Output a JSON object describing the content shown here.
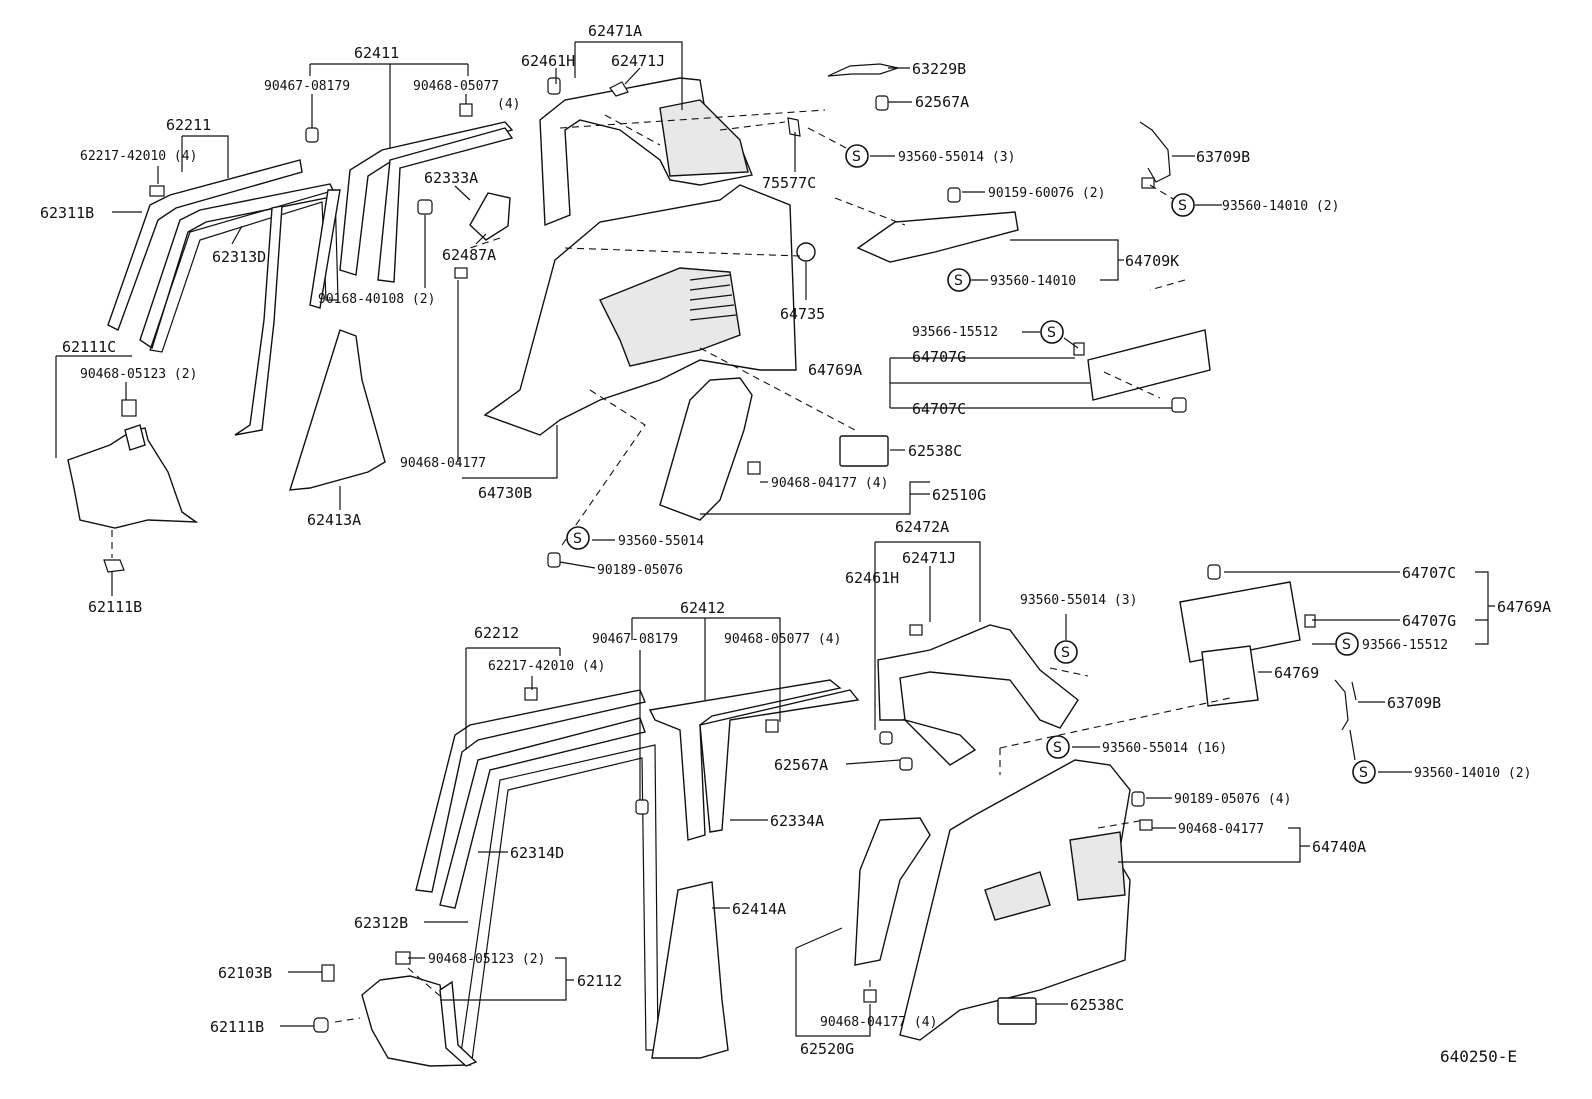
{
  "diagram_code": "640250-E",
  "screw_symbol": "S",
  "labels": {
    "p62471A": "62471A",
    "p62461H_a": "62461H",
    "p62471J_a": "62471J",
    "p63229B": "63229B",
    "p62567A_a": "62567A",
    "p62411": "62411",
    "p90467_08179_a": "90467-08179",
    "p90468_05077_a": "90468-05077",
    "p90468_05077_a_qty": "(4)",
    "p93560_55014_3_a": "93560-55014 (3)",
    "p75577C": "75577C",
    "p63709B_a": "63709B",
    "p93560_14010_2_a": "93560-14010 (2)",
    "p62211": "62211",
    "p62217_42010_4_a": "62217-42010 (4)",
    "p62333A": "62333A",
    "p90159_60076_2": "90159-60076 (2)",
    "p62311B": "62311B",
    "p62313D": "62313D",
    "p62487A": "62487A",
    "p64709K": "64709K",
    "p93560_14010": "93560-14010",
    "p90168_40108_2": "90168-40108 (2)",
    "p64735": "64735",
    "p93566_15512_a": "93566-15512",
    "p62111C": "62111C",
    "p90468_05123_2_a": "90468-05123 (2)",
    "p64769A_a": "64769A",
    "p64707G_a": "64707G",
    "p64707C_a": "64707C",
    "p62538C_a": "62538C",
    "p90468_04177_a": "90468-04177",
    "p90468_04177_4_a": "90468-04177 (4)",
    "p62510G": "62510G",
    "p64730B": "64730B",
    "p62413A": "62413A",
    "p93560_55014": "93560-55014",
    "p90189_05076": "90189-05076",
    "p62111B_a": "62111B",
    "p62472A": "62472A",
    "p62471J_b": "62471J",
    "p62461H_b": "62461H",
    "p64707C_b": "64707C",
    "p93560_55014_3_b": "93560-55014 (3)",
    "p64707G_b": "64707G",
    "p64769A_b": "64769A",
    "p62412": "62412",
    "p93566_15512_b": "93566-15512",
    "p62212": "62212",
    "p90467_08179_b": "90467-08179",
    "p90468_05077_4_b": "90468-05077 (4)",
    "p64769": "64769",
    "p62217_42010_4_b": "62217-42010 (4)",
    "p63709B_b": "63709B",
    "p93560_55014_16": "93560-55014 (16)",
    "p62567A_b": "62567A",
    "p93560_14010_2_b": "93560-14010 (2)",
    "p90189_05076_4": "90189-05076 (4)",
    "p62334A": "62334A",
    "p90468_04177_b": "90468-04177",
    "p64740A": "64740A",
    "p62314D": "62314D",
    "p62414A": "62414A",
    "p62312B": "62312B",
    "p90468_05123_2_b": "90468-05123 (2)",
    "p62103B": "62103B",
    "p62112": "62112",
    "p62538C_b": "62538C",
    "p62111B_b": "62111B",
    "p90468_04177_4_b": "90468-04177 (4)",
    "p62520G": "62520G"
  }
}
